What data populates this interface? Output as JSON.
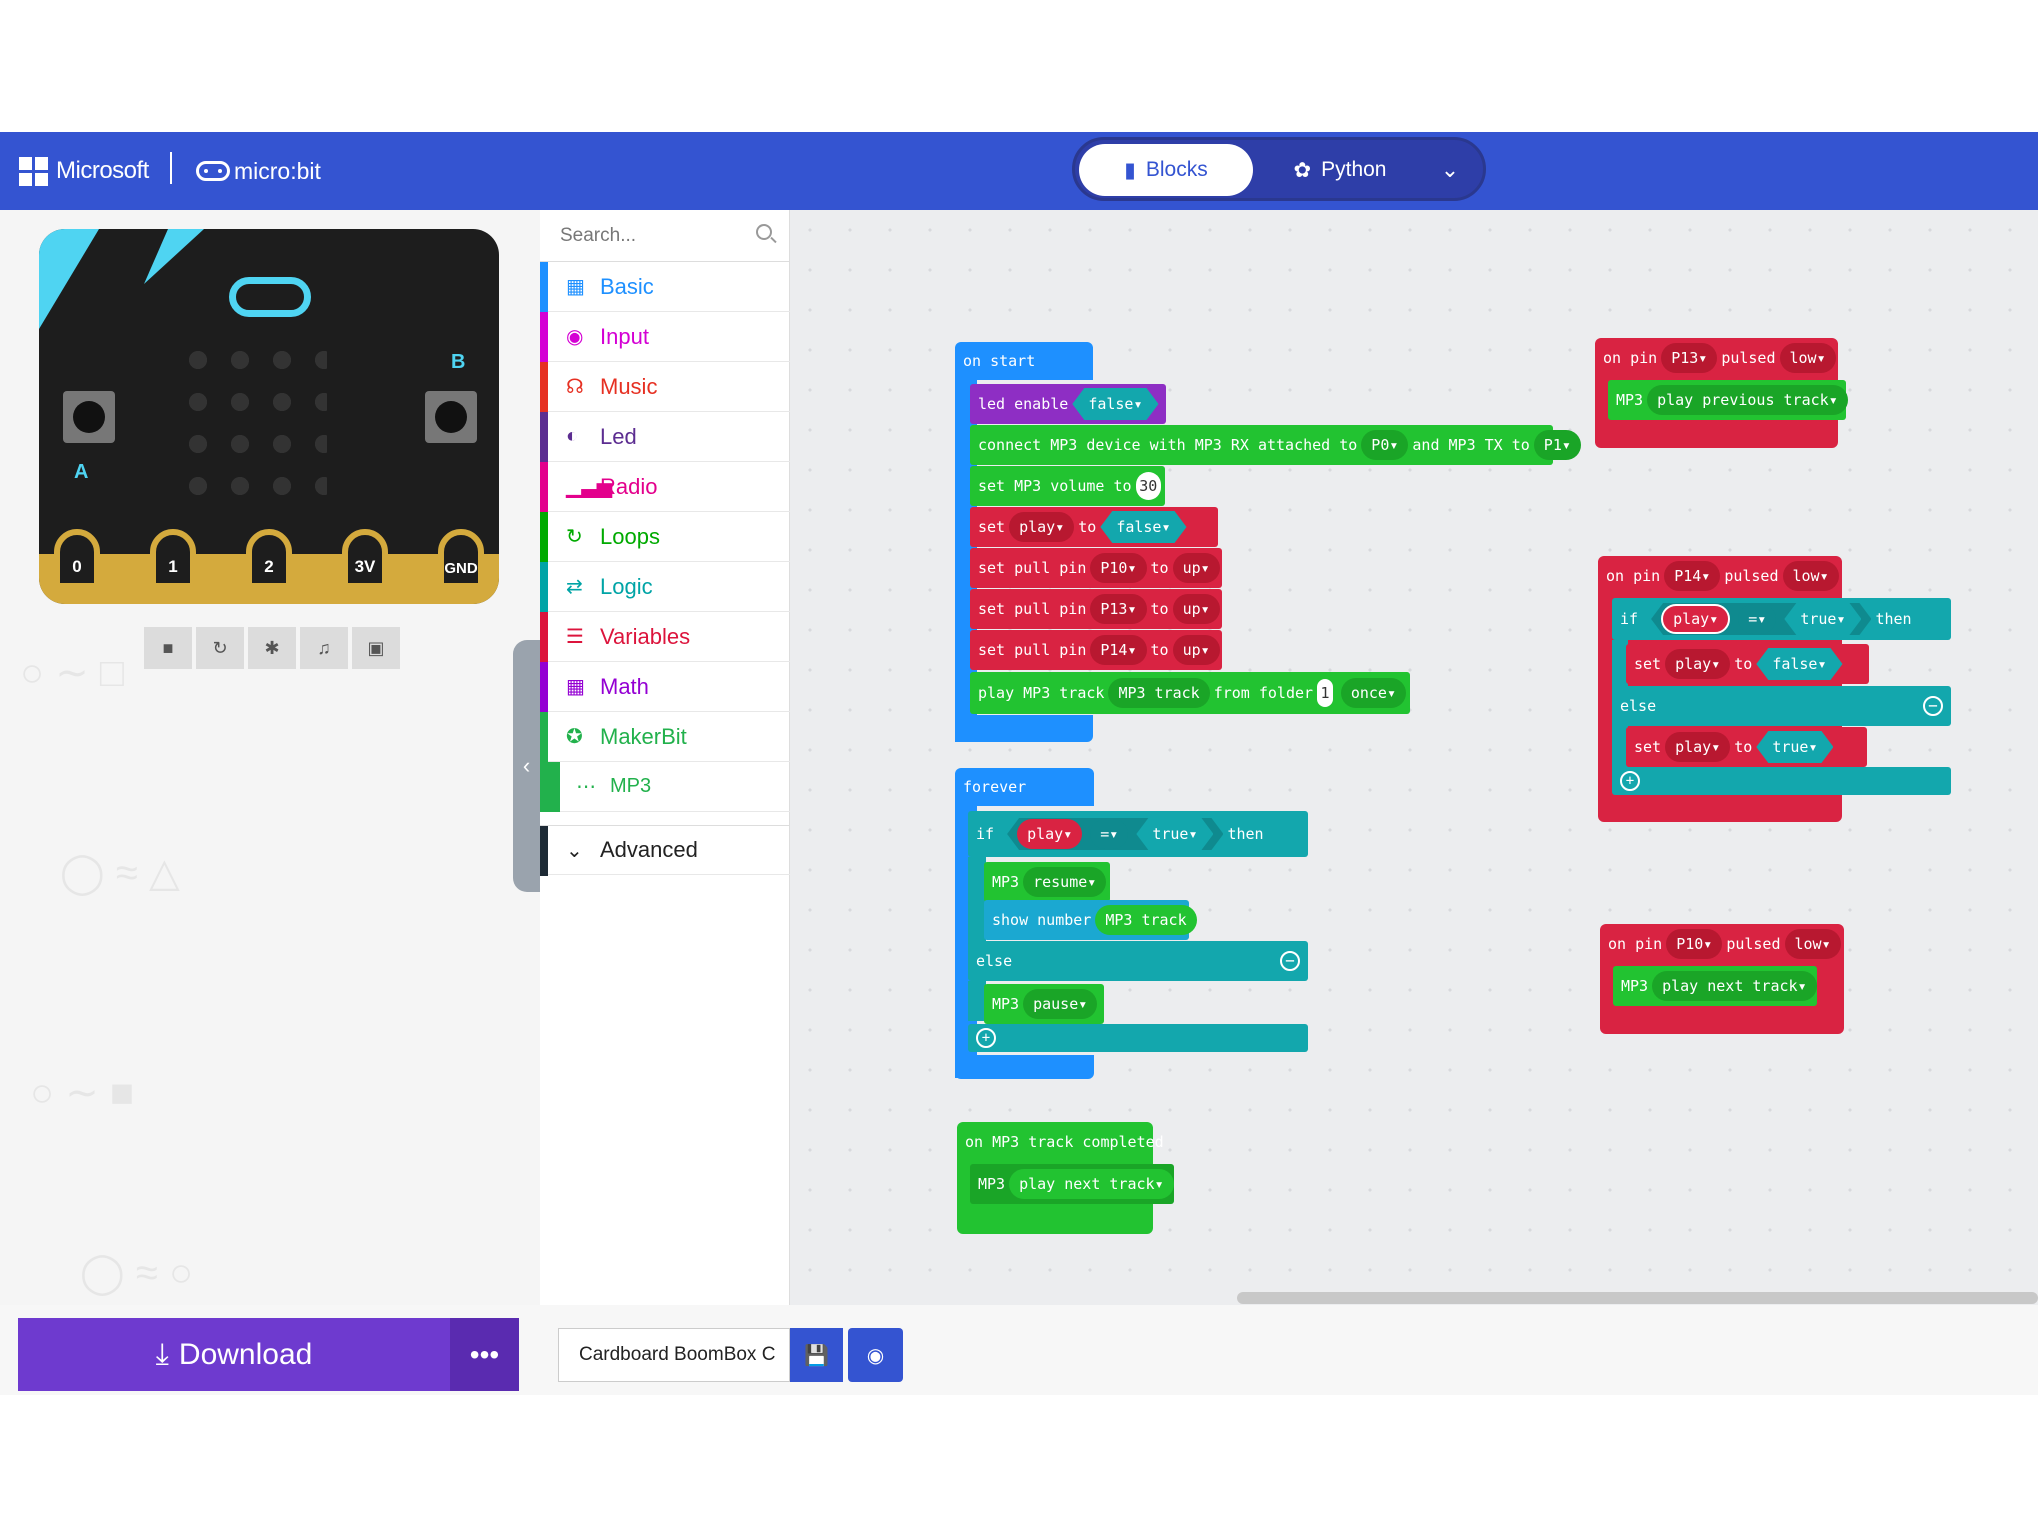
{
  "header": {
    "brand": "Microsoft",
    "product": "micro:bit",
    "modes": {
      "blocks": "Blocks",
      "python": "Python"
    }
  },
  "simulator": {
    "pin_labels": [
      "0",
      "1",
      "2",
      "3V",
      "GND"
    ],
    "button_a": "A",
    "button_b": "B"
  },
  "toolbox": {
    "search_placeholder": "Search...",
    "categories": [
      {
        "label": "Basic",
        "color": "#1e90ff",
        "icon": "grid-icon"
      },
      {
        "label": "Input",
        "color": "#d400d4",
        "icon": "target-icon"
      },
      {
        "label": "Music",
        "color": "#e63022",
        "icon": "headphones-icon"
      },
      {
        "label": "Led",
        "color": "#5c2d91",
        "icon": "toggle-icon"
      },
      {
        "label": "Radio",
        "color": "#e3008c",
        "icon": "signal-icon"
      },
      {
        "label": "Loops",
        "color": "#00aa00",
        "icon": "refresh-icon"
      },
      {
        "label": "Logic",
        "color": "#00a4a6",
        "icon": "shuffle-icon"
      },
      {
        "label": "Variables",
        "color": "#dc143c",
        "icon": "lines-icon"
      },
      {
        "label": "Math",
        "color": "#9400d3",
        "icon": "calculator-icon"
      },
      {
        "label": "MakerBit",
        "color": "#22b14c",
        "icon": "star-icon"
      },
      {
        "label": "MP3",
        "color": "#22b14c",
        "icon": "dots-icon"
      }
    ],
    "advanced": "Advanced"
  },
  "blocks": {
    "on_start": "on start",
    "led_enable": "led enable",
    "false": "false",
    "true": "true",
    "connect": "connect MP3 device with MP3 RX attached to",
    "p0": "P0",
    "and_tx": "and MP3 TX to",
    "p1": "P1",
    "set_volume": "set MP3 volume to",
    "volume": "30",
    "set": "set",
    "play": "play",
    "to": "to",
    "set_pull_pin": "set pull pin",
    "p10": "P10",
    "p13": "P13",
    "p14": "P14",
    "up": "up",
    "play_mp3_track": "play MP3 track",
    "mp3_track": "MP3 track",
    "from_folder": "from folder",
    "folder": "1",
    "once": "once",
    "forever": "forever",
    "if": "if",
    "eq": "=",
    "then": "then",
    "else": "else",
    "mp3": "MP3",
    "resume": "resume",
    "show_number": "show number",
    "pause": "pause",
    "on_track_completed": "on MP3 track completed",
    "play_next_track": "play next track",
    "play_previous_track": "play previous track",
    "on_pin": "on pin",
    "pulsed": "pulsed",
    "low": "low"
  },
  "footer": {
    "download": "Download",
    "more": "•••",
    "project_name": "Cardboard BoomBox C"
  }
}
